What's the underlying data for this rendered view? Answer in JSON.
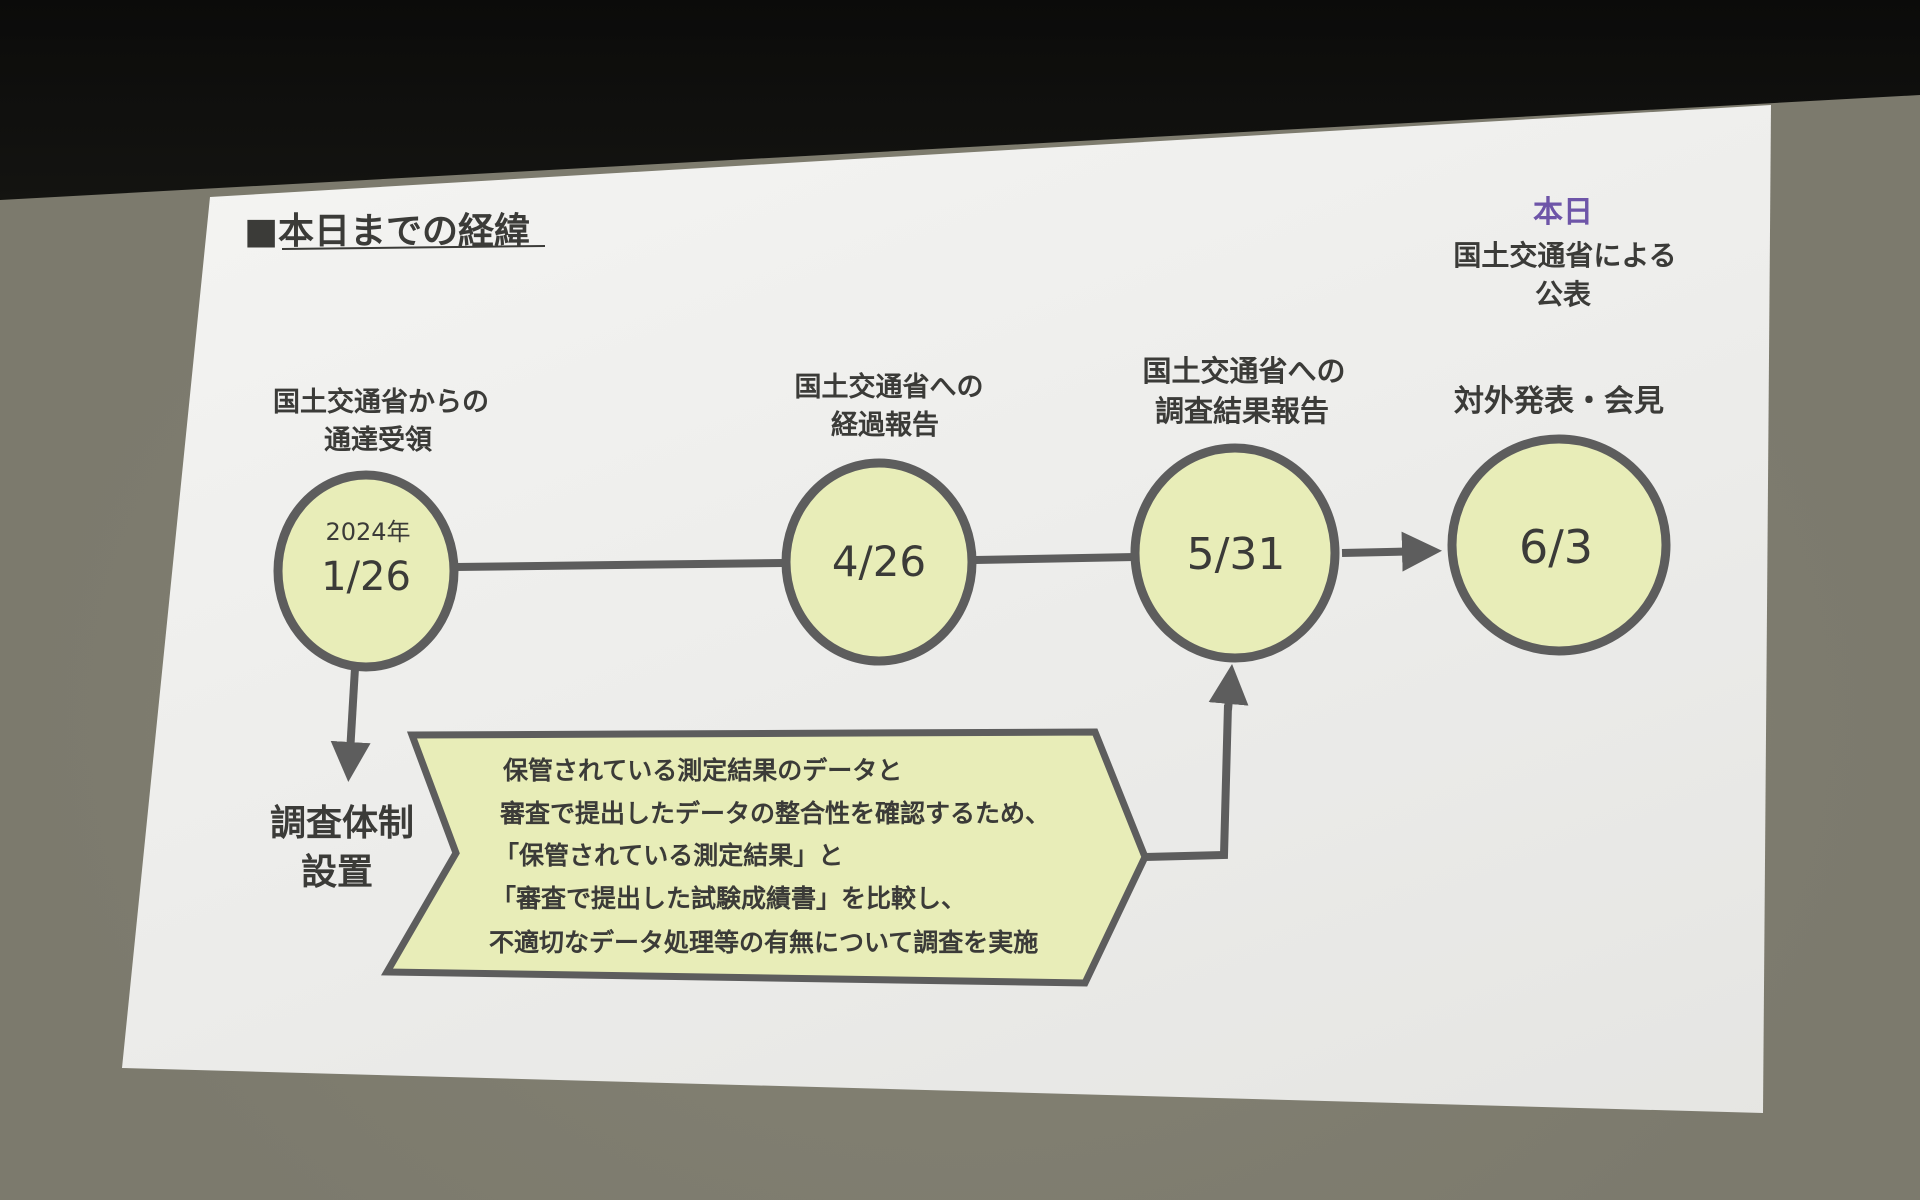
{
  "slide": {
    "title": "■本日までの経緯",
    "today_label": "本日",
    "today_desc": [
      "国土交通省による",
      "公表"
    ],
    "milestones": [
      {
        "caption": [
          "国土交通省からの",
          "通達受領"
        ],
        "year": "2024年",
        "date": "1/26"
      },
      {
        "caption": [
          "国土交通省への",
          "経過報告"
        ],
        "date": "4/26"
      },
      {
        "caption": [
          "国土交通省への",
          "調査結果報告"
        ],
        "date": "5/31"
      },
      {
        "caption": [
          "対外発表・会見"
        ],
        "date": "6/3"
      }
    ],
    "side_label": [
      "調査体制",
      "設置"
    ],
    "arrow_box_lines": [
      "保管されている測定結果のデータと",
      "審査で提出したデータの整合性を確認するため、",
      "「保管されている測定結果」と",
      "「審査で提出した試験成績書」を比較し、",
      "不適切なデータ処理等の有無について調査を実施"
    ]
  },
  "colors": {
    "circle_fill": "#e8edb8",
    "circle_stroke": "#5d5d5d",
    "text": "#3b3b38",
    "today_accent": "#6e55a8"
  }
}
